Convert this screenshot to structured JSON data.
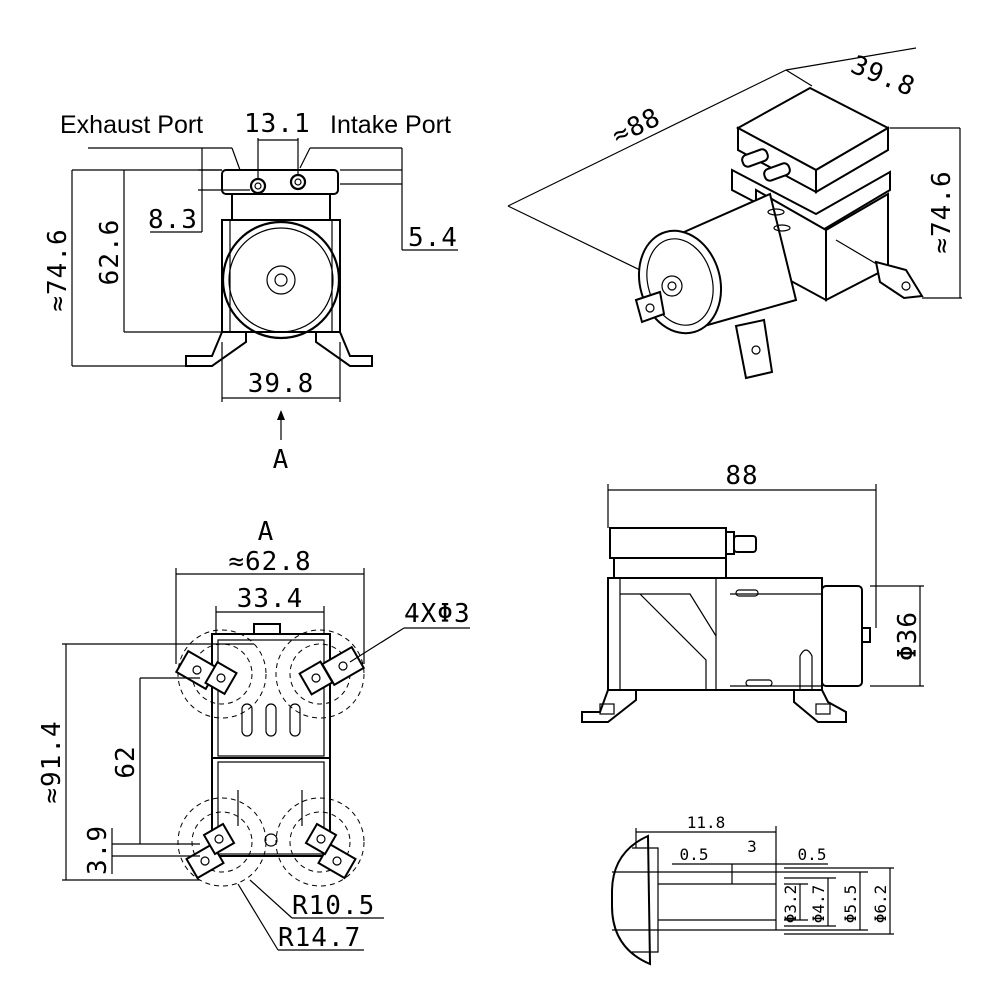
{
  "front_view": {
    "exhaust_label": "Exhaust Port",
    "intake_label": "Intake Port",
    "port_spacing": "13.1",
    "exhaust_height": "8.3",
    "intake_offset": "5.4",
    "total_height": "≈74.6",
    "body_height": "62.6",
    "width": "39.8",
    "view_marker": "A"
  },
  "iso_view": {
    "length": "≈88",
    "width": "39.8",
    "height": "≈74.6"
  },
  "bottom_view": {
    "view_marker": "A",
    "overall_width": "≈62.8",
    "inner_width": "33.4",
    "holes": "4XΦ3",
    "overall_length": "≈91.4",
    "hole_pitch": "62",
    "offset": "3.9",
    "radius_small": "R10.5",
    "radius_large": "R14.7"
  },
  "side_view": {
    "length": "88",
    "motor_diameter": "Φ36"
  },
  "port_detail": {
    "length": "11.8",
    "step_left": "0.5",
    "step_mid": "3",
    "step_right": "0.5",
    "d1": "Φ3.2",
    "d2": "Φ4.7",
    "d3": "Φ5.5",
    "d4": "Φ6.2"
  }
}
